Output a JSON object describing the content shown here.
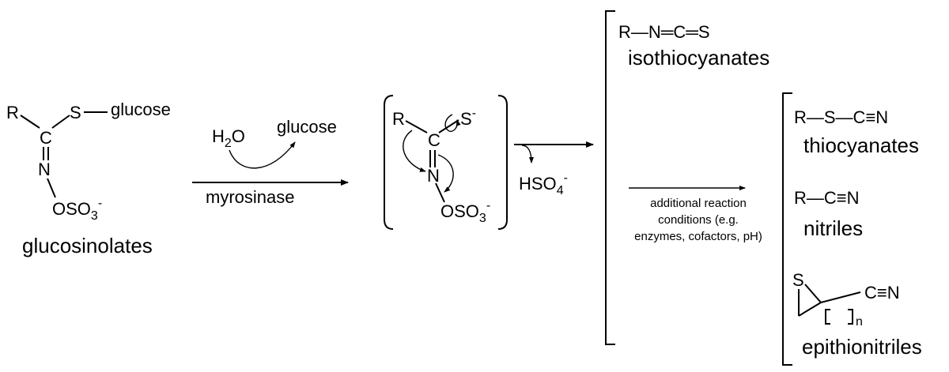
{
  "glucosinolate": {
    "r": "R",
    "c": "C",
    "s": "S",
    "glucose": "glucose",
    "n": "N",
    "oso": "OSO",
    "oso_sub": "3",
    "oso_sup": "-",
    "name": "glucosinolates"
  },
  "step1": {
    "h": "H",
    "h_sub": "2",
    "o": "O",
    "glucose_out": "glucose",
    "enzyme": "myrosinase"
  },
  "intermediate": {
    "r": "R",
    "c": "C",
    "s": "S",
    "s_sup": "-",
    "n": "N",
    "oso": "OSO",
    "oso_sub": "3",
    "oso_sup": "-"
  },
  "step2": {
    "byproduct": "HSO",
    "byproduct_sub": "4",
    "byproduct_sup": "-"
  },
  "isothiocyanate": {
    "formula": "R—N═C═S",
    "name": "isothiocyanates"
  },
  "conditions": {
    "line1": "additional reaction",
    "line2": "conditions (e.g.",
    "line3": "enzymes, cofactors, pH)"
  },
  "thiocyanate": {
    "formula": "R—S—C≡N",
    "name": "thiocyanates"
  },
  "nitrile": {
    "formula": "R—C≡N",
    "name": "nitriles"
  },
  "epithionitrile": {
    "s": "S",
    "cn": "C≡N",
    "n_sub": "n",
    "name": "epithionitriles"
  }
}
